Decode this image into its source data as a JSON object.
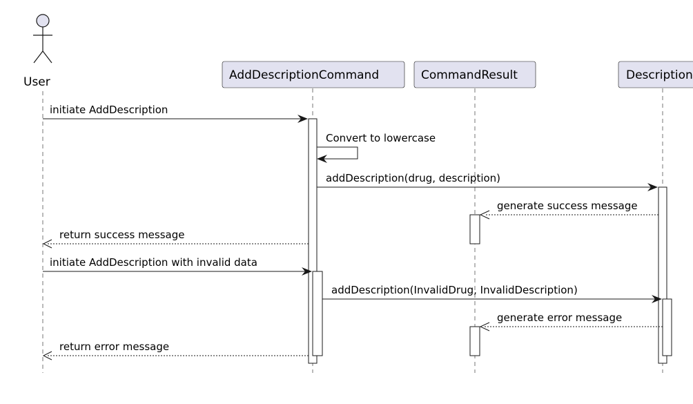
{
  "participants": {
    "user": "User",
    "add_description_command": "AddDescriptionCommand",
    "command_result": "CommandResult",
    "description": "Description"
  },
  "messages": [
    {
      "label": "initiate AddDescription",
      "from": "User",
      "to": "AddDescriptionCommand",
      "style": "solid"
    },
    {
      "label": "Convert to lowercase",
      "from": "AddDescriptionCommand",
      "to": "AddDescriptionCommand",
      "style": "solid"
    },
    {
      "label": "addDescription(drug, description)",
      "from": "AddDescriptionCommand",
      "to": "Description",
      "style": "solid"
    },
    {
      "label": "generate success message",
      "from": "Description",
      "to": "CommandResult",
      "style": "dashed"
    },
    {
      "label": "return success message",
      "from": "AddDescriptionCommand",
      "to": "User",
      "style": "dashed"
    },
    {
      "label": "initiate AddDescription with invalid data",
      "from": "User",
      "to": "AddDescriptionCommand",
      "style": "solid"
    },
    {
      "label": "addDescription(InvalidDrug, InvalidDescription)",
      "from": "AddDescriptionCommand",
      "to": "Description",
      "style": "solid"
    },
    {
      "label": "generate error message",
      "from": "Description",
      "to": "CommandResult",
      "style": "dashed"
    },
    {
      "label": "return error message",
      "from": "AddDescriptionCommand",
      "to": "User",
      "style": "dashed"
    }
  ],
  "colors": {
    "participant_fill": "#e2e2f0",
    "line": "#181818",
    "background": "#ffffff"
  }
}
